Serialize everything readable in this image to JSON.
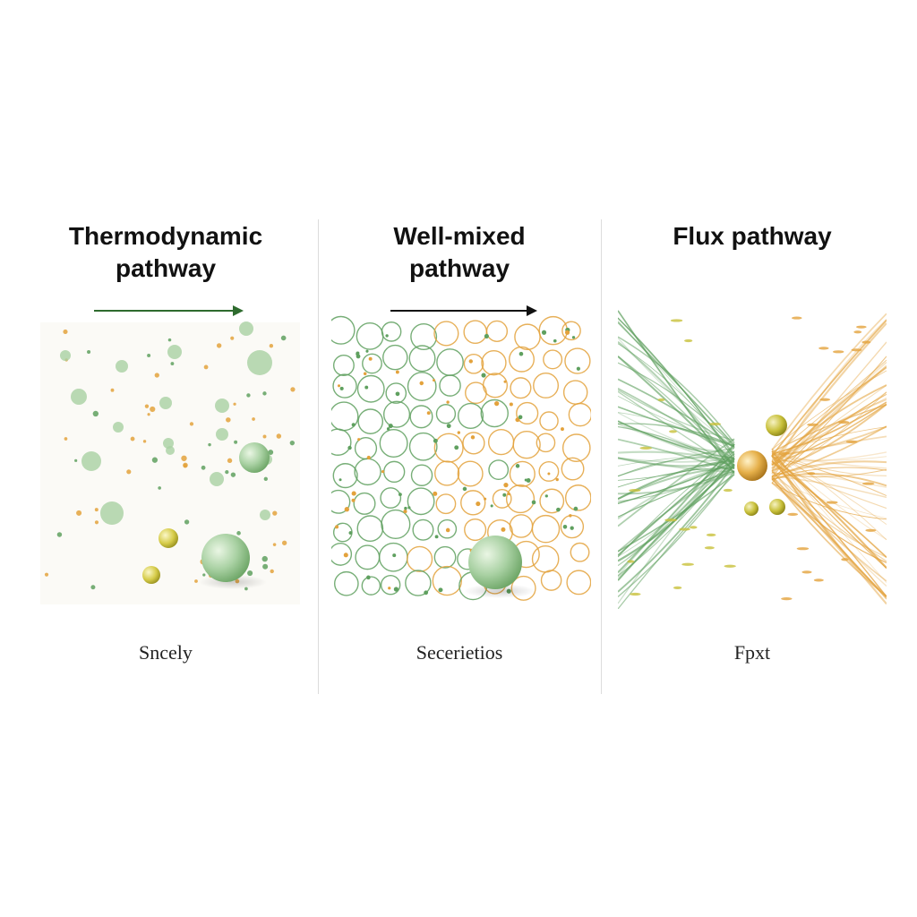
{
  "panels": [
    {
      "title_line1": "Thermodynamic",
      "title_line2": "pathway",
      "caption": "Sncely",
      "arrow_color": "#2e6b2e"
    },
    {
      "title_line1": "Well-mixed",
      "title_line2": "pathway",
      "caption": "Secerietios",
      "arrow_color": "#111111"
    },
    {
      "title_line1": "Flux pathway",
      "title_line2": "",
      "caption": "Fpxt",
      "arrow_color": ""
    }
  ],
  "colors": {
    "green": "#5fa05f",
    "light_green": "#a9d1a3",
    "orange": "#e3a23c",
    "olive": "#c8c03a",
    "background": "#ffffff"
  }
}
